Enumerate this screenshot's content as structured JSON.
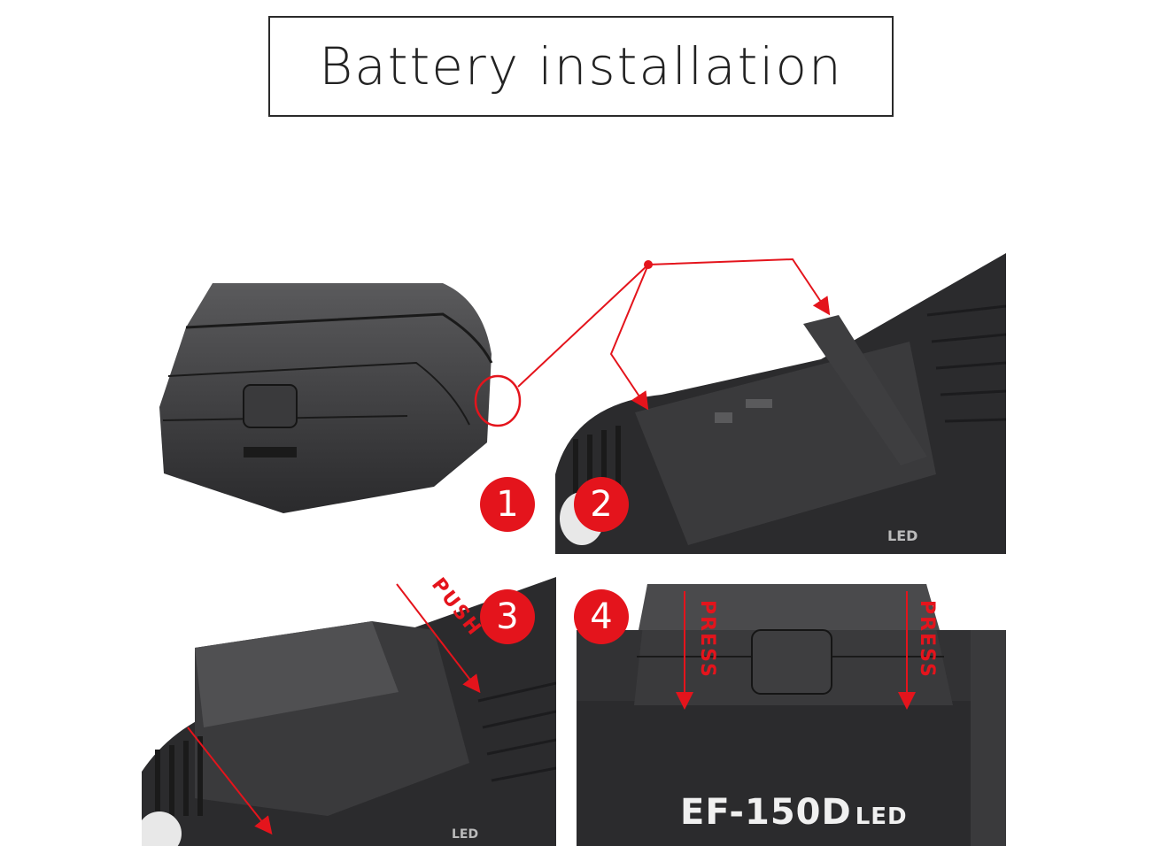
{
  "title": "Battery installation",
  "steps": [
    {
      "number": "1"
    },
    {
      "number": "2"
    },
    {
      "number": "3",
      "action": "PUSH"
    },
    {
      "number": "4",
      "action_left": "PRESS",
      "action_right": "PRESS"
    }
  ],
  "device": {
    "model": "EF-150D",
    "suffix": "LED",
    "suffix_small": "LED"
  },
  "colors": {
    "accent": "#e4141c",
    "device": "#2b2b2d"
  }
}
